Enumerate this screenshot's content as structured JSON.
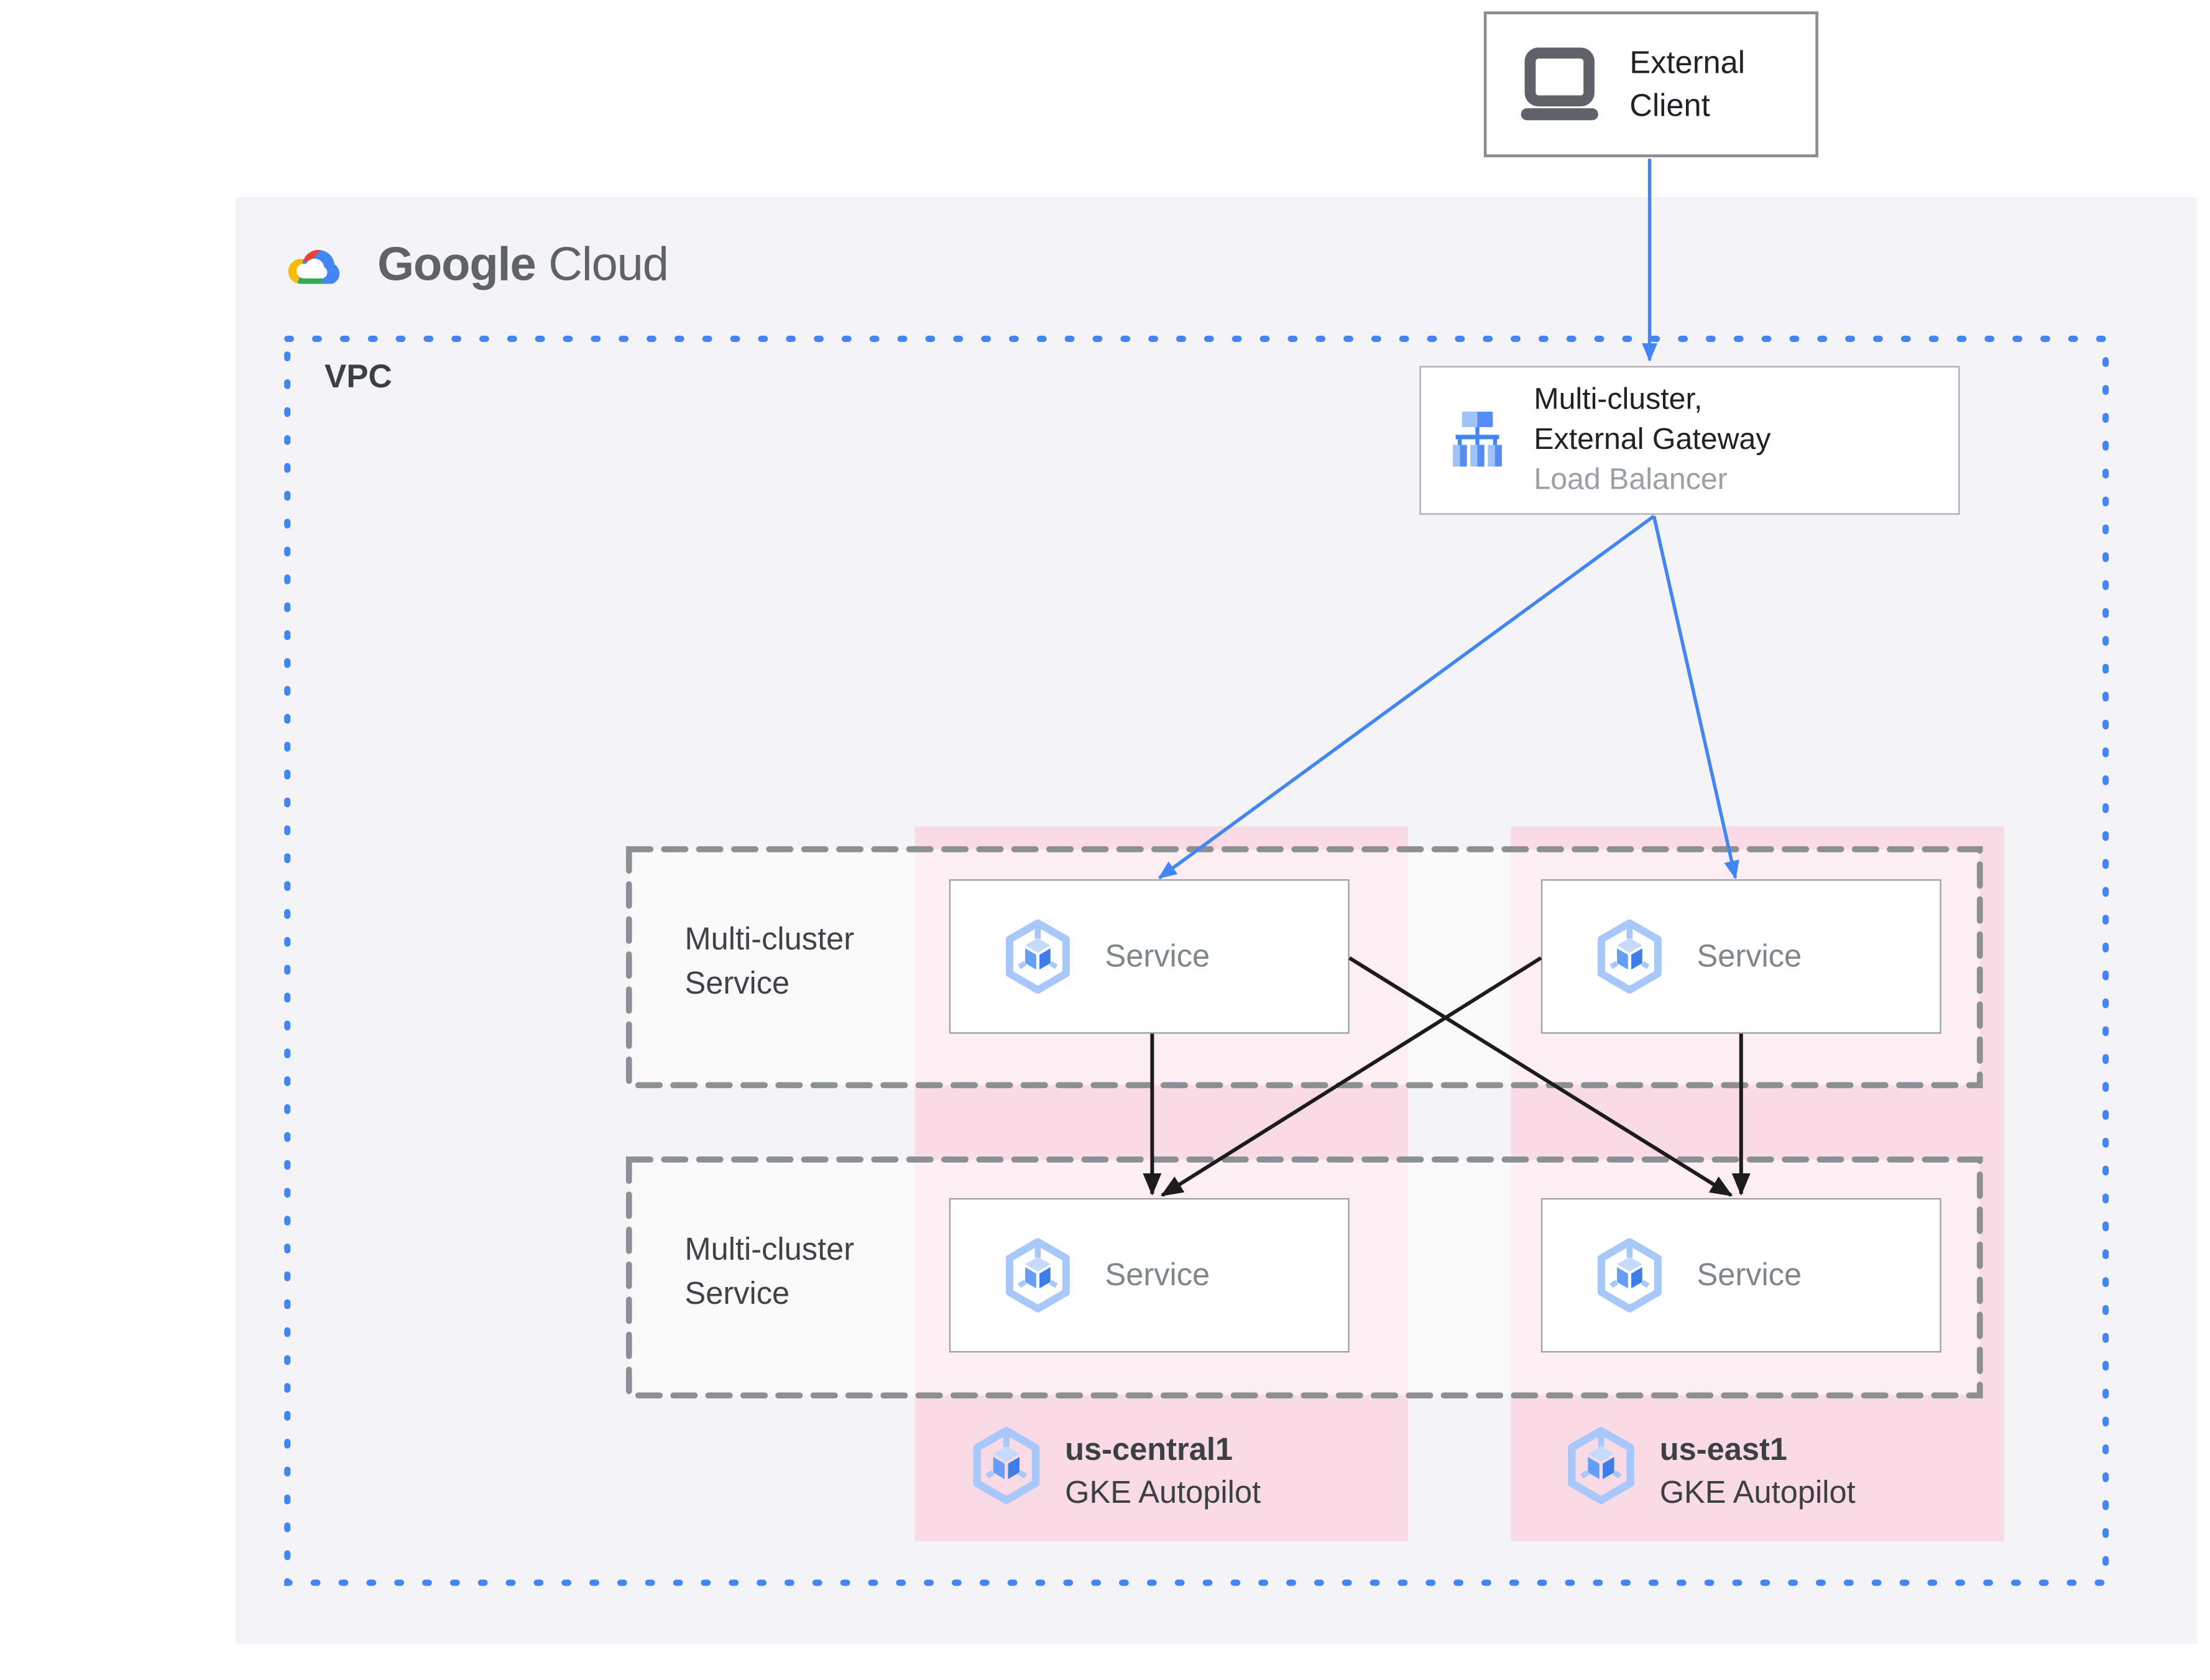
{
  "logo": {
    "part1": "Google",
    "part2": "Cloud"
  },
  "vpc": {
    "label": "VPC"
  },
  "external_client": {
    "label": "External Client"
  },
  "load_balancer": {
    "title_line1": "Multi-cluster,",
    "title_line2": "External Gateway",
    "subtitle": "Load Balancer"
  },
  "rows": [
    {
      "label_line1": "Multi-cluster",
      "label_line2": "Service"
    },
    {
      "label_line1": "Multi-cluster",
      "label_line2": "Service"
    }
  ],
  "services": [
    {
      "label": "Service"
    },
    {
      "label": "Service"
    },
    {
      "label": "Service"
    },
    {
      "label": "Service"
    }
  ],
  "clusters": [
    {
      "region": "us-central1",
      "platform": "GKE Autopilot"
    },
    {
      "region": "us-east1",
      "platform": "GKE Autopilot"
    }
  ],
  "colors": {
    "google_blue": "#4285f4",
    "pink_band": "#f9dbe5",
    "panel_gray": "#f4f4f6",
    "dash_gray": "#8d9093",
    "arrow_black": "#1c1c1c",
    "text_dark": "#202124",
    "text_medium": "#3c4043",
    "text_gray": "#80868b"
  }
}
